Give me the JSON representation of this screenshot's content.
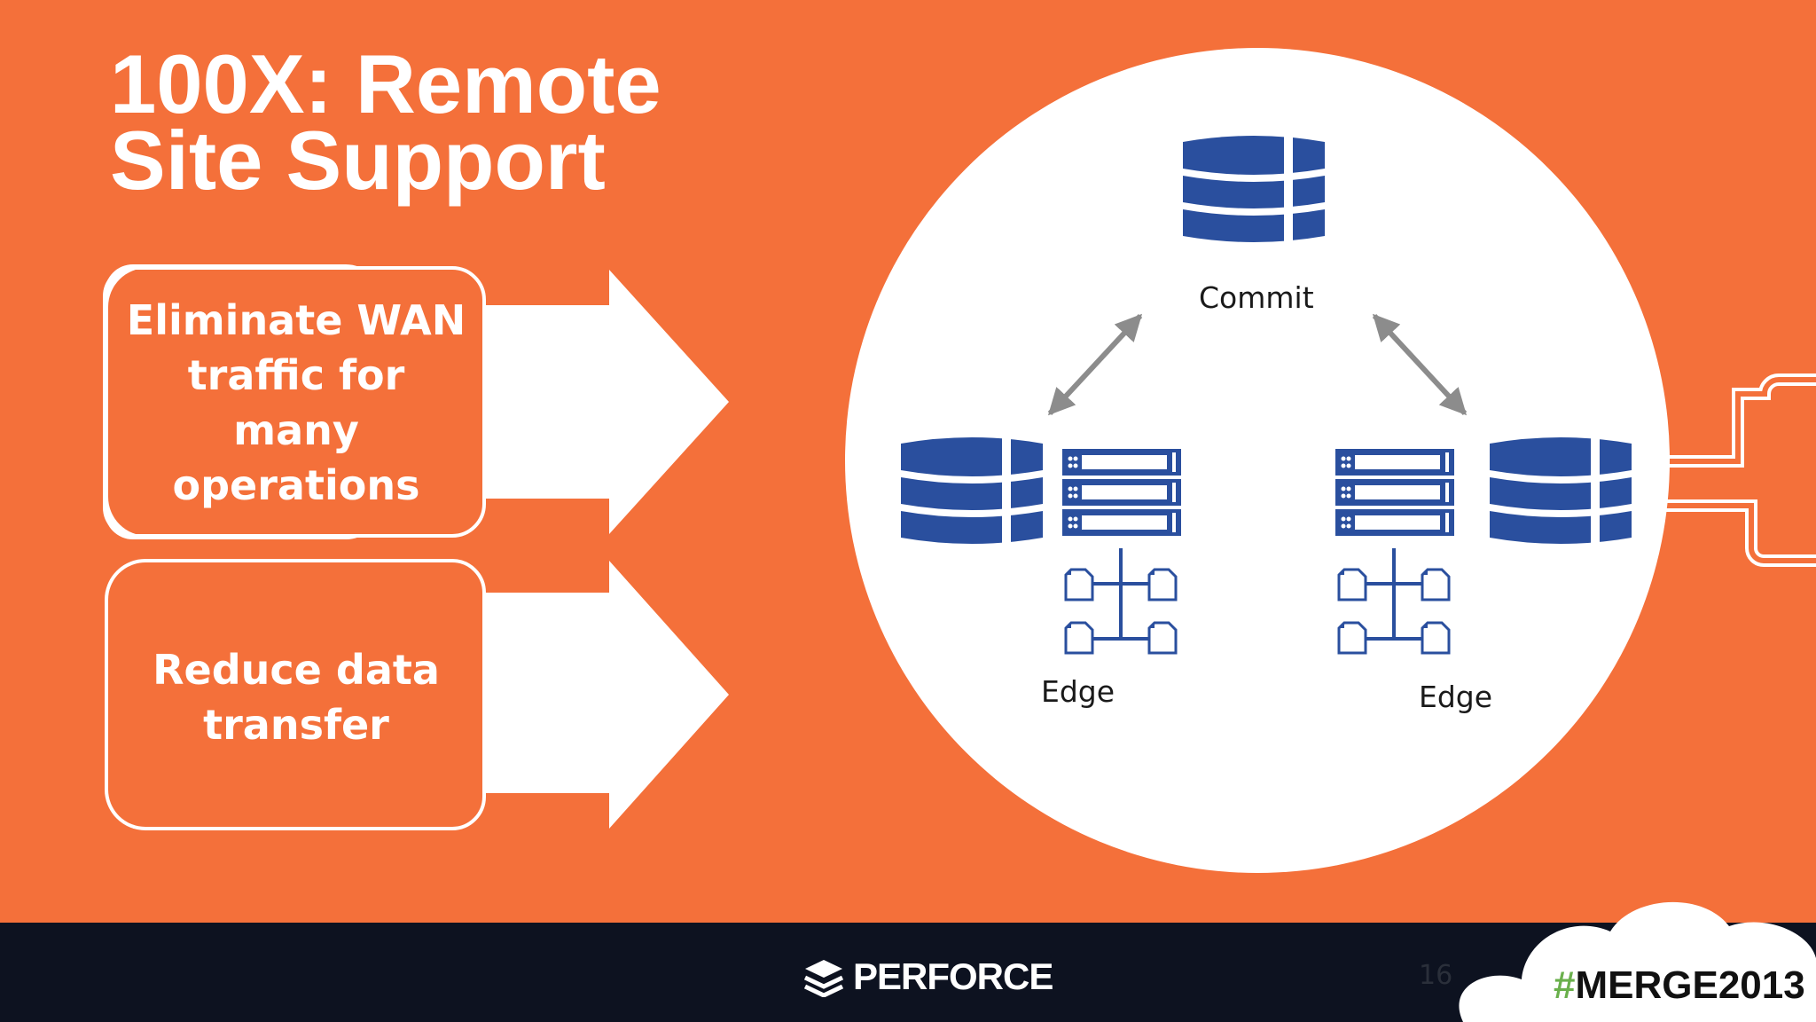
{
  "title": {
    "line1": "100X: Remote",
    "line2": "Site Support"
  },
  "callouts": [
    {
      "lines": [
        "Eliminate WAN",
        "traffic for",
        "many",
        "operations"
      ]
    },
    {
      "lines": [
        "Reduce data",
        "transfer"
      ]
    }
  ],
  "diagram": {
    "commit_label": "Commit",
    "edge_left_label": "Edge",
    "edge_right_label": "Edge"
  },
  "footer": {
    "brand": "PERFORCE",
    "slide_number": "16",
    "hashtag_symbol": "#",
    "hashtag_text": "MERGE2013"
  },
  "colors": {
    "background": "#f4703a",
    "footer": "#0d1220",
    "server_blue": "#2a4f9e",
    "arrow_gray": "#8c8c8c",
    "hashtag_green": "#6ab04c"
  },
  "icons": [
    "database-icon",
    "server-rack-icon",
    "file-tree-icon",
    "double-arrow-icon",
    "perforce-logo-icon",
    "cloud-shape"
  ]
}
